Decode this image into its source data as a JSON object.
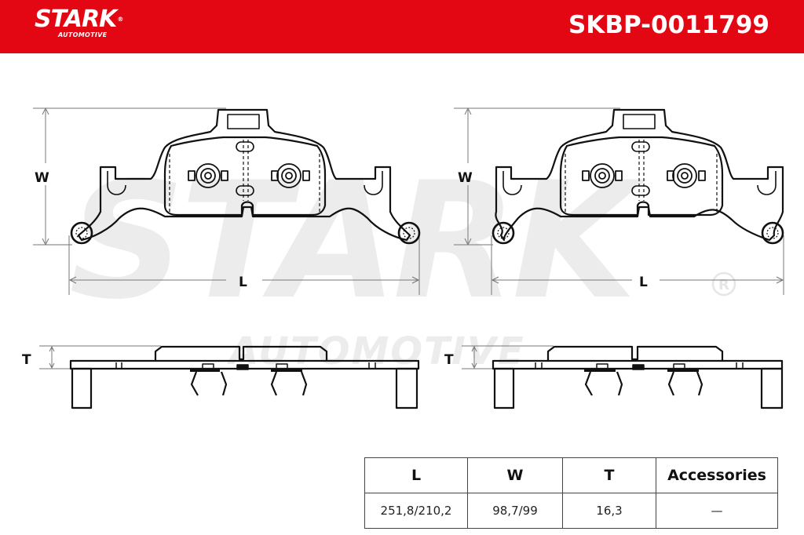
{
  "header": {
    "brand": "STARK",
    "brand_sub": "AUTOMOTIVE",
    "registered_mark": "®",
    "part_number": "SKBP-0011799",
    "background_color": "#e30613"
  },
  "watermark": {
    "main": "STARK",
    "sub": "AUTOMOTIVE",
    "registered_mark": "®"
  },
  "diagram": {
    "labels": {
      "width_left": "W",
      "length_left": "L",
      "width_right": "W",
      "length_right": "L",
      "thickness_left": "T",
      "thickness_right": "T"
    }
  },
  "table": {
    "headers": [
      "L",
      "W",
      "T",
      "Accessories"
    ],
    "rows": [
      [
        "251,8/210,2",
        "98,7/99",
        "16,3",
        "—"
      ]
    ]
  }
}
